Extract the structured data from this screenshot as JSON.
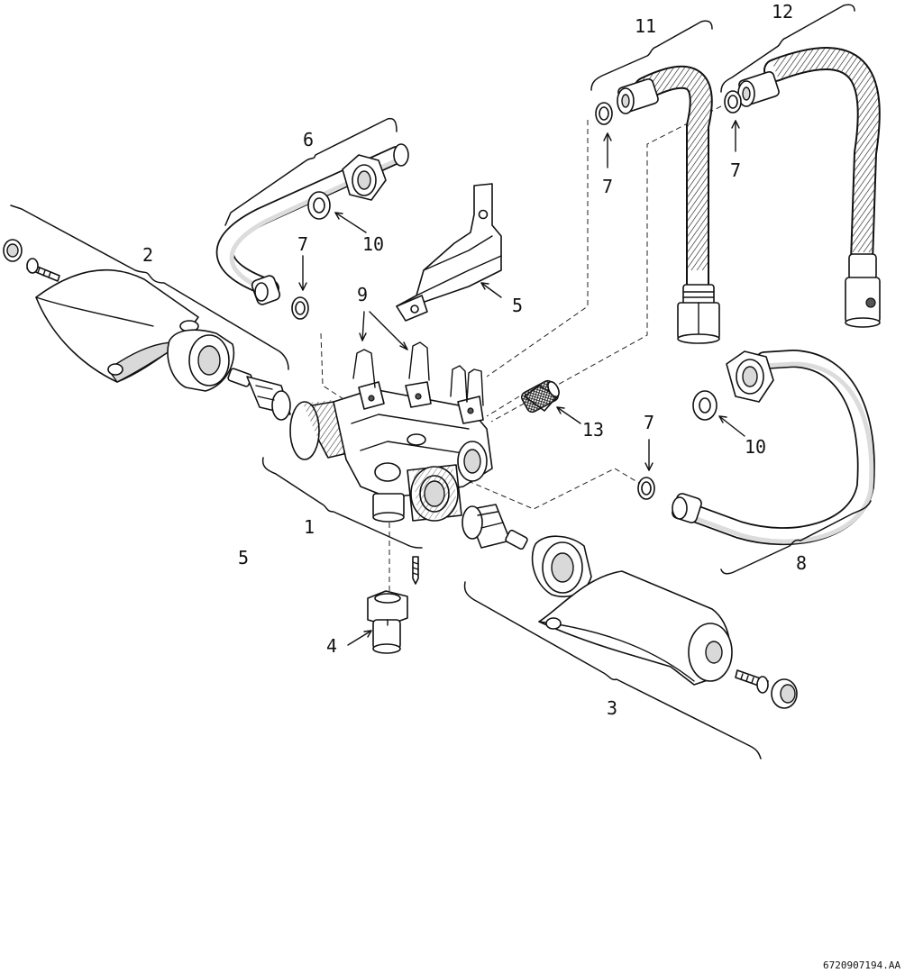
{
  "labels": {
    "p1": "1",
    "p2": "2",
    "p3": "3",
    "p4": "4",
    "p5a": "5",
    "p5b": "5",
    "p6": "6",
    "p7a": "7",
    "p7b": "7",
    "p7c": "7",
    "p7d": "7",
    "p8": "8",
    "p9": "9",
    "p10a": "10",
    "p10b": "10",
    "p11": "11",
    "p12": "12",
    "p13": "13"
  },
  "reference": "6720907194.AA"
}
